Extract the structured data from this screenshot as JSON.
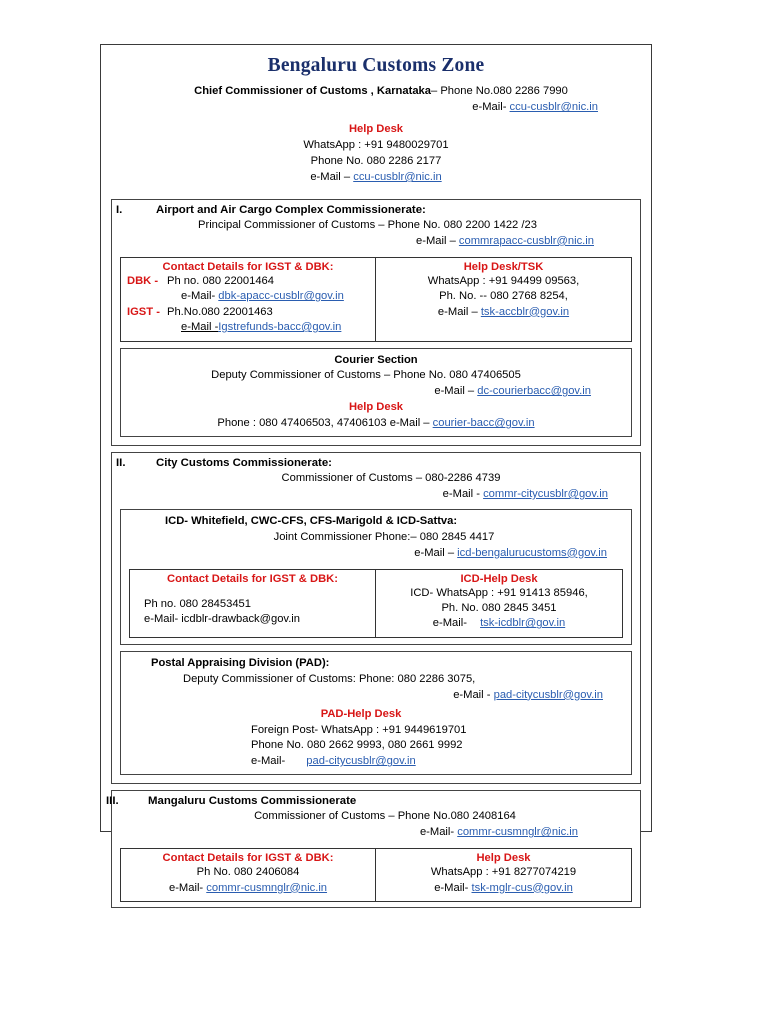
{
  "document": {
    "title": "Bengaluru Customs Zone"
  },
  "header": {
    "chief_line": "Chief Commissioner of Customs , Karnataka",
    "chief_phone": "– Phone No.080 2286 7990",
    "chief_mail_label": "e-Mail-",
    "chief_mail": "ccu-cusblr@nic.in",
    "help_desk_title": "Help Desk",
    "whatsapp": "WhatsApp : +91 9480029701",
    "phone": "Phone No. 080 2286 2177",
    "mail_label": "e-Mail  –",
    "mail": "ccu-cusblr@nic.in"
  },
  "sections": {
    "airport": {
      "numeral": "I.",
      "heading": "Airport and Air Cargo Complex Commissionerate:",
      "line1": "Principal Commissioner of Customs – Phone No. 080 2200 1422 /23",
      "mail_label": "e-Mail –",
      "mail": "commrapacc-cusblr@nic.in",
      "contact_table": {
        "left_title": "Contact Details for IGST & DBK:",
        "dbk_key": "DBK -",
        "dbk_phone": "Ph no.  080 22001464",
        "dbk_mail_label": "e-Mail-",
        "dbk_mail": "dbk-apacc-cusblr@gov.in",
        "igst_key": "IGST -",
        "igst_phone": "Ph.No.080 22001463",
        "igst_mail_label": "e-Mail -",
        "igst_mail": "Igstrefunds-bacc@gov.in",
        "right_title": "Help Desk/TSK",
        "right_whatsapp": "WhatsApp : +91 94499 09563,",
        "right_phone": "Ph. No. --  080 2768 8254,",
        "right_mail_label": "e-Mail –",
        "right_mail": "tsk-accblr@gov.in"
      },
      "courier": {
        "title": "Courier Section",
        "line1": "Deputy Commissioner of Customs – Phone No. 080 47406505",
        "mail_label": "e-Mail –",
        "mail": "dc-courierbacc@gov.in",
        "help_title": "Help Desk",
        "help_phone": "Phone :  080 47406503, 47406103  e-Mail –",
        "help_mail": "courier-bacc@gov.in"
      }
    },
    "city": {
      "numeral": "II.",
      "heading": "City Customs Commissionerate:",
      "line1": "Commissioner of Customs – 080-2286 4739",
      "mail_label": "e-Mail -",
      "mail": "commr-citycusblr@gov.in",
      "icd": {
        "heading": "ICD- Whitefield, CWC-CFS, CFS-Marigold &  ICD-Sattva:",
        "line1": "Joint Commissioner Phone:– 080 2845 4417",
        "mail_label": "e-Mail –",
        "mail": "icd-bengalurucustoms@gov.in",
        "table": {
          "left_title": "Contact Details for IGST & DBK:",
          "left_phone": "Ph no.  080 28453451",
          "left_mail_label": "e-Mail-",
          "left_mail": "icdblr-drawback@gov.in",
          "right_title": "ICD-Help Desk",
          "right_whatsapp": "ICD- WhatsApp :  +91 91413 85946,",
          "right_phone": "Ph. No.       080 2845 3451",
          "right_mail_label": "e-Mail-",
          "right_mail": "tsk-icdblr@gov.in"
        }
      },
      "pad": {
        "heading": "Postal Appraising Division (PAD):",
        "line1": "Deputy Commissioner of Customs: Phone:  080 2286 3075,",
        "mail_label": "e-Mail -",
        "mail": "pad-citycusblr@gov.in",
        "help_title": "PAD-Help Desk",
        "help_whatsapp": "Foreign Post- WhatsApp : +91  9449619701",
        "help_phone": "Phone No.   080 2662 9993, 080 2661 9992",
        "help_mail_label": "e-Mail-",
        "help_mail": "pad-citycusblr@gov.in"
      }
    },
    "mangaluru": {
      "numeral": "III.",
      "heading": "Mangaluru Customs Commissionerate",
      "line1": "Commissioner of Customs – Phone No.080 2408164",
      "mail_label": "e-Mail-",
      "mail": "commr-cusmnglr@nic.in",
      "table": {
        "left_title": "Contact Details for IGST & DBK:",
        "left_phone": "Ph No. 080 2406084",
        "left_mail_label": "e-Mail-",
        "left_mail": "commr-cusmnglr@nic.in",
        "right_title": "Help Desk",
        "right_whatsapp": "WhatsApp     : +91  8277074219",
        "right_mail_label": "e-Mail-",
        "right_mail": "tsk-mglr-cus@gov.in"
      }
    }
  },
  "colors": {
    "title_navy": "#1a2f6b",
    "accent_red": "#d81616",
    "link_blue": "#2a5db0"
  }
}
